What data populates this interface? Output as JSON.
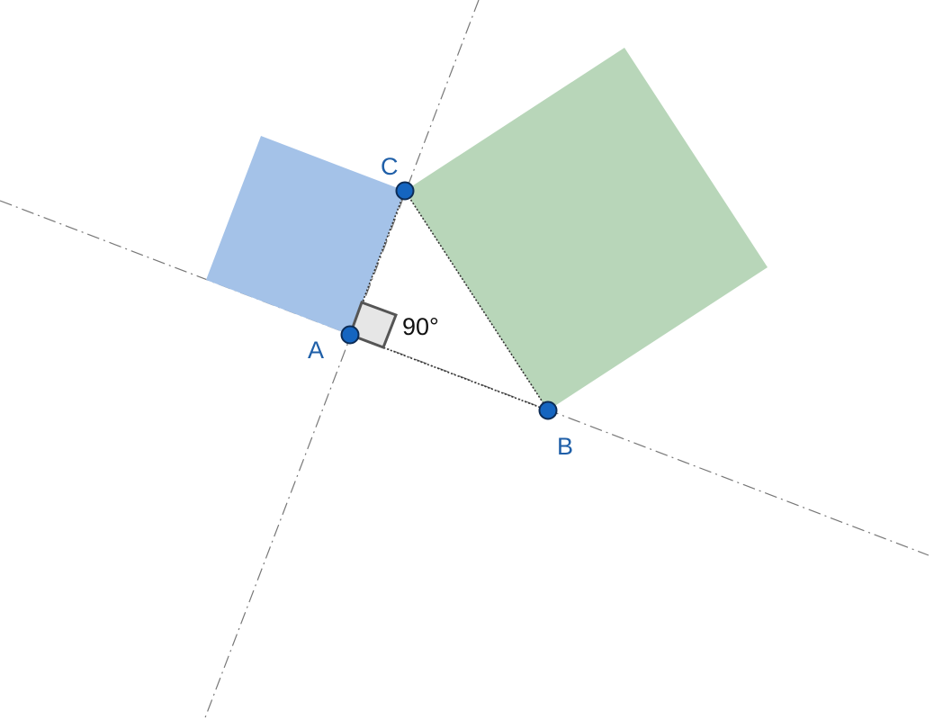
{
  "diagram": {
    "points": [
      {
        "id": "A",
        "label": "A"
      },
      {
        "id": "B",
        "label": "B"
      },
      {
        "id": "C",
        "label": "C"
      }
    ],
    "angle_mark": {
      "vertex": "A",
      "label": "90°"
    },
    "squares": [
      {
        "id": "square-on-ac",
        "side": "AC",
        "fill": "#a4c2e8"
      },
      {
        "id": "square-on-bc",
        "side": "BC",
        "fill": "#b8d6b9"
      }
    ],
    "colors": {
      "point_fill": "#1565c0",
      "point_stroke": "#0d2c55",
      "label_color": "#1f5fa8",
      "angle_label_color": "#111111",
      "angle_fill": "#e6e6e6",
      "angle_stroke": "#555555",
      "construction_line": "#777777",
      "segment": "#333333"
    }
  }
}
